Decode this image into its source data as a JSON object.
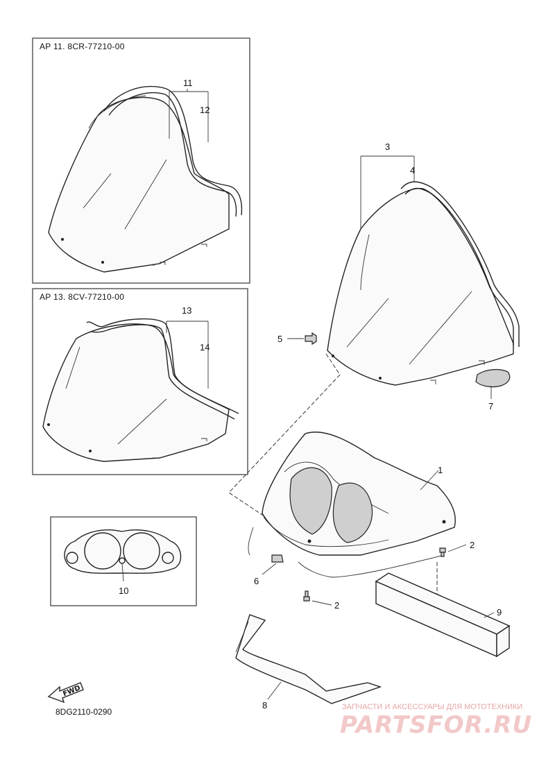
{
  "inset_a": {
    "title": "AP  11. 8CR-77210-00"
  },
  "inset_b": {
    "title": "AP  13. 8CV-77210-00"
  },
  "callouts": {
    "c1": "1",
    "c2a": "2",
    "c2b": "2",
    "c3": "3",
    "c4": "4",
    "c5": "5",
    "c6": "6",
    "c7": "7",
    "c8": "8",
    "c9": "9",
    "c10": "10",
    "c11": "11",
    "c12": "12",
    "c13": "13",
    "c14": "14"
  },
  "fwd_label": "FWD",
  "drawing_code": "8DG2110-0290",
  "watermark": {
    "tagline": "ЗАПЧАСТИ И АКСЕССУАРЫ ДЛЯ МОТОТЕХНИКИ",
    "logo": "PARTSFOR.RU",
    "color": "#e8a0a0"
  }
}
